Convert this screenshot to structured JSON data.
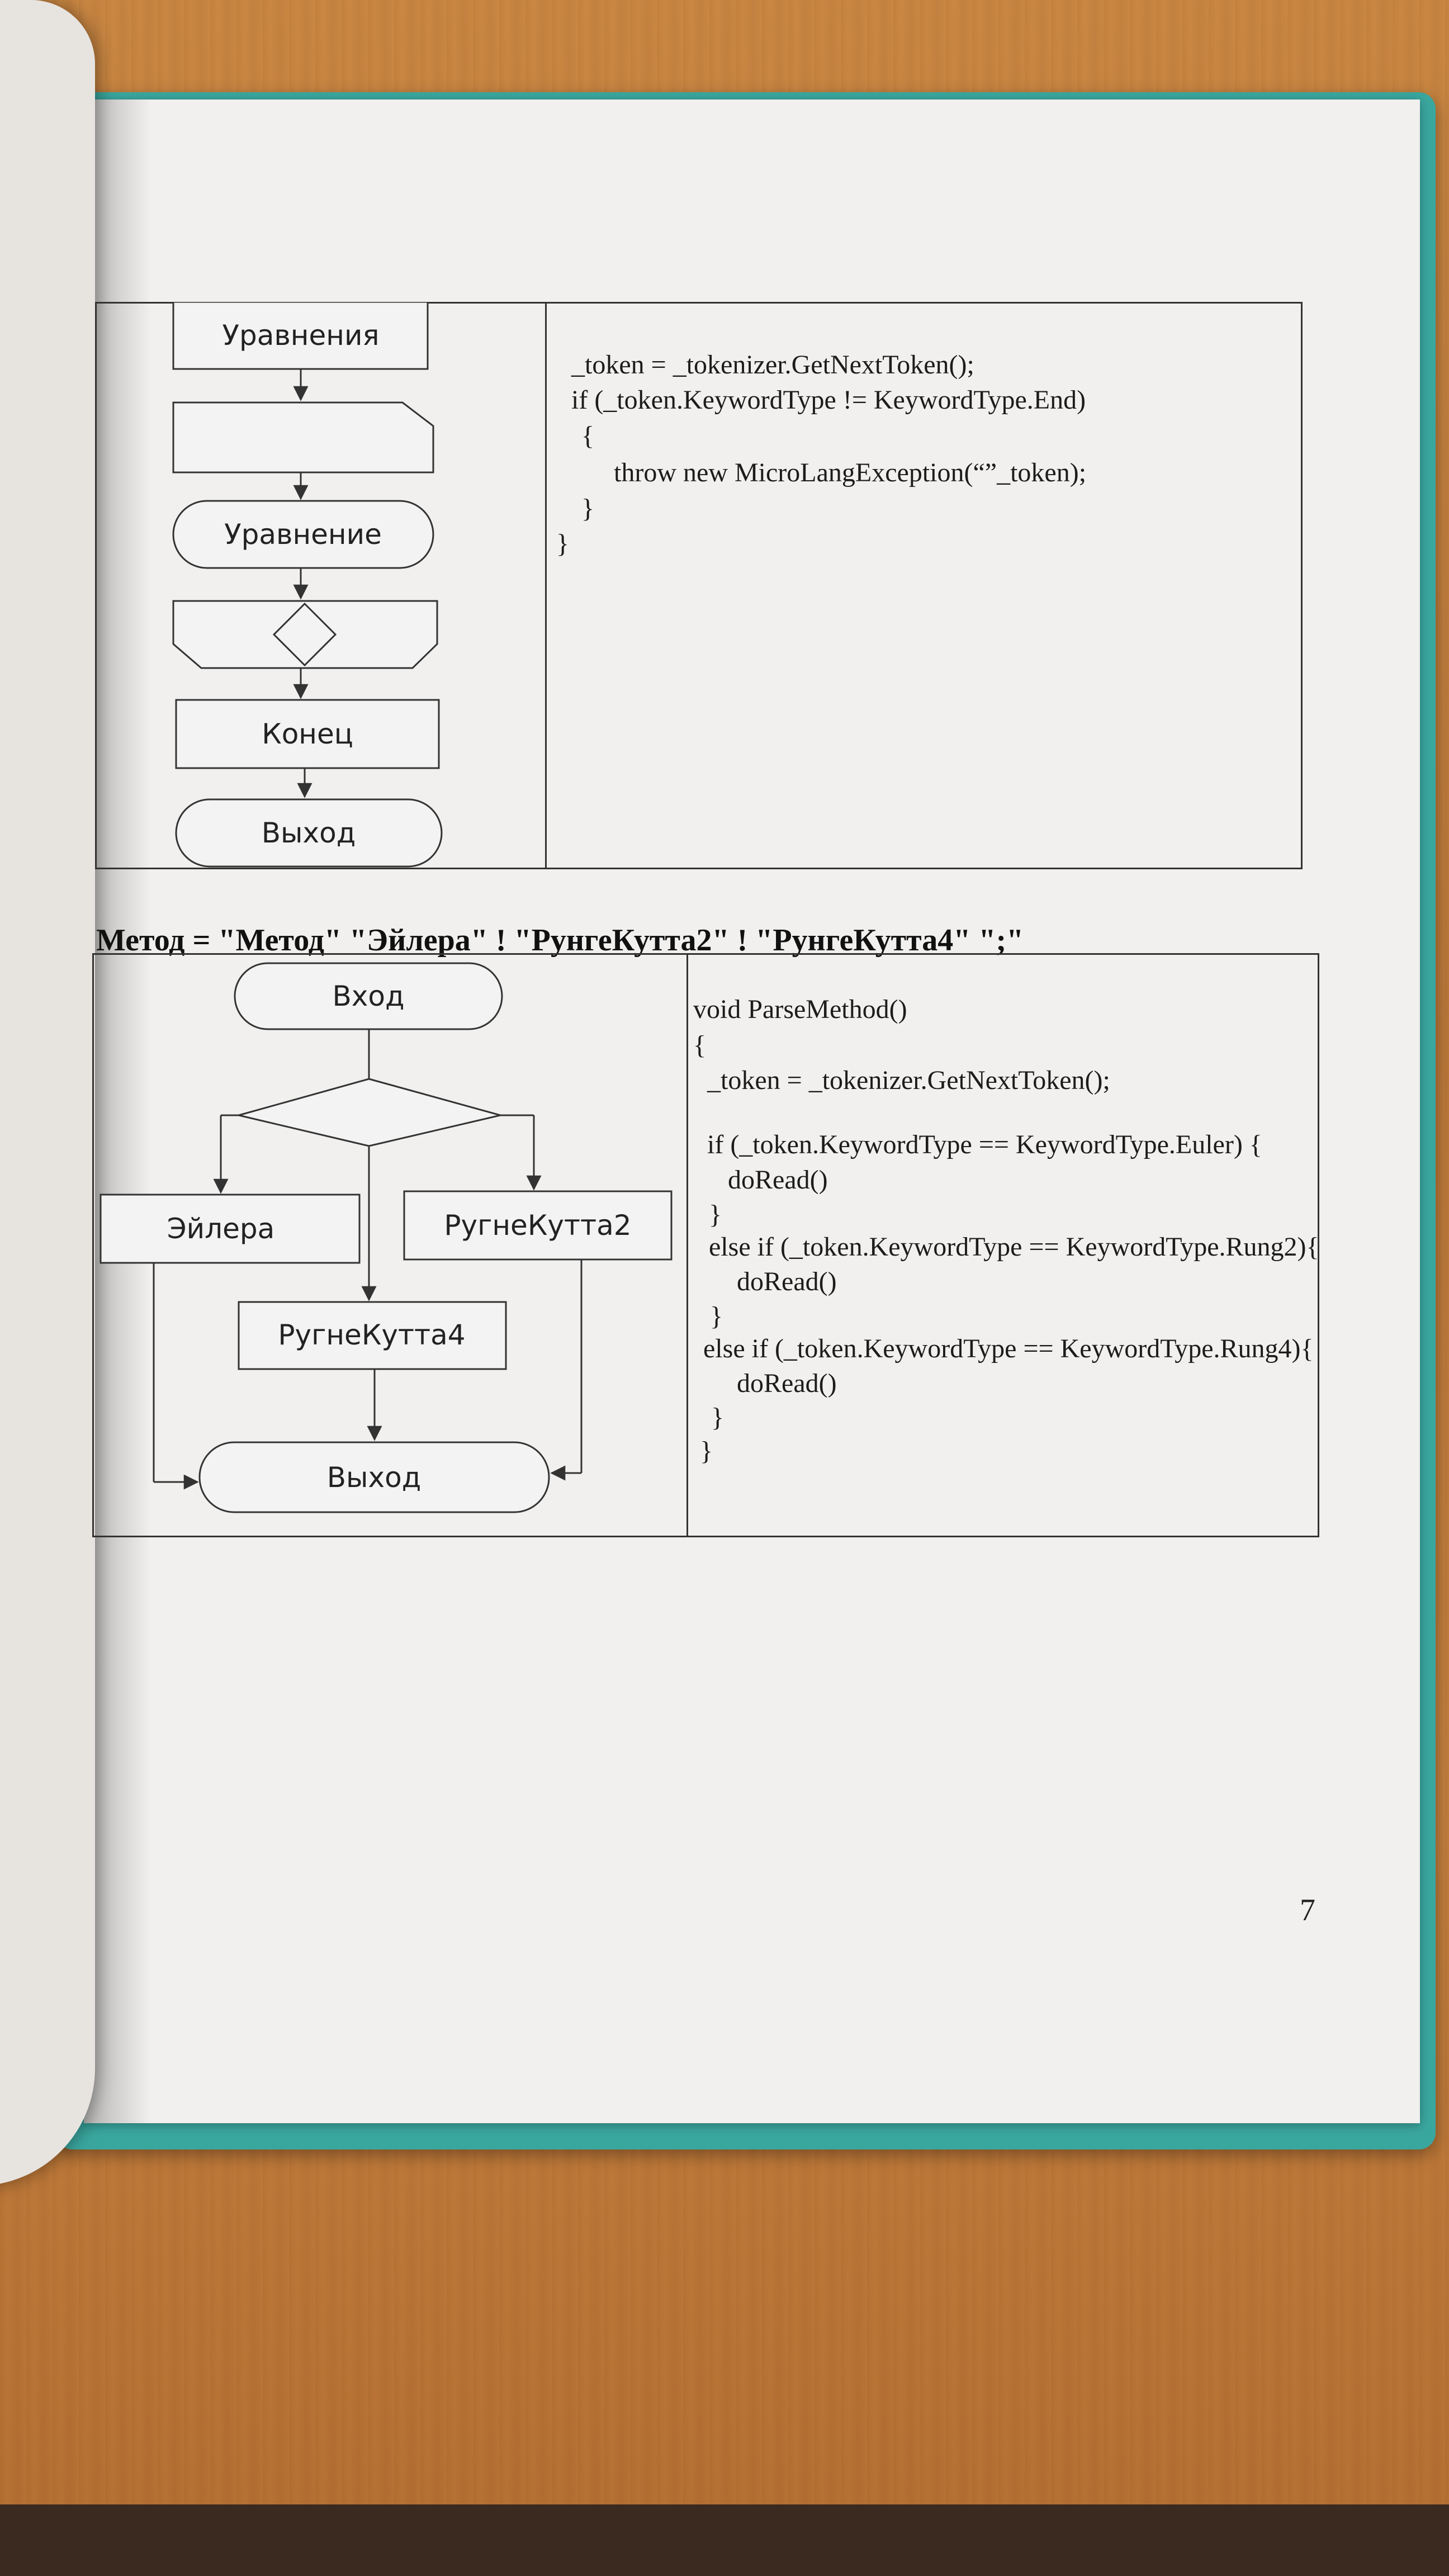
{
  "top_diagram": {
    "flow": [
      "Уравнения",
      "Уравнение",
      "Конец",
      "Выход"
    ],
    "code_lines": [
      "_token = _tokenizer.GetNextToken();",
      "if (_token.KeywordType != KeywordType.End)",
      "{",
      "throw new MicroLangException(“”_token);",
      "}",
      "}"
    ]
  },
  "method_caption": "Метод = \"Метод\" \"Эйлера\" ! \"РунгеКутта2\" ! \"РунгеКутта4\" \";\"",
  "bottom_diagram": {
    "flow": {
      "entry": "Вход",
      "left": "Эйлера",
      "right": "РугнеКутта2",
      "middle": "РугнеКутта4",
      "exit": "Выход"
    },
    "code_lines": [
      "void ParseMethod()",
      "{",
      "_token = _tokenizer.GetNextToken();",
      "if (_token.KeywordType == KeywordType.Euler) {",
      "doRead()",
      "}",
      "else if (_token.KeywordType == KeywordType.Rung2){",
      "doRead()",
      "}",
      "else if (_token.KeywordType == KeywordType.Rung4){",
      "doRead()",
      "}",
      "}"
    ]
  },
  "page_number": "7"
}
